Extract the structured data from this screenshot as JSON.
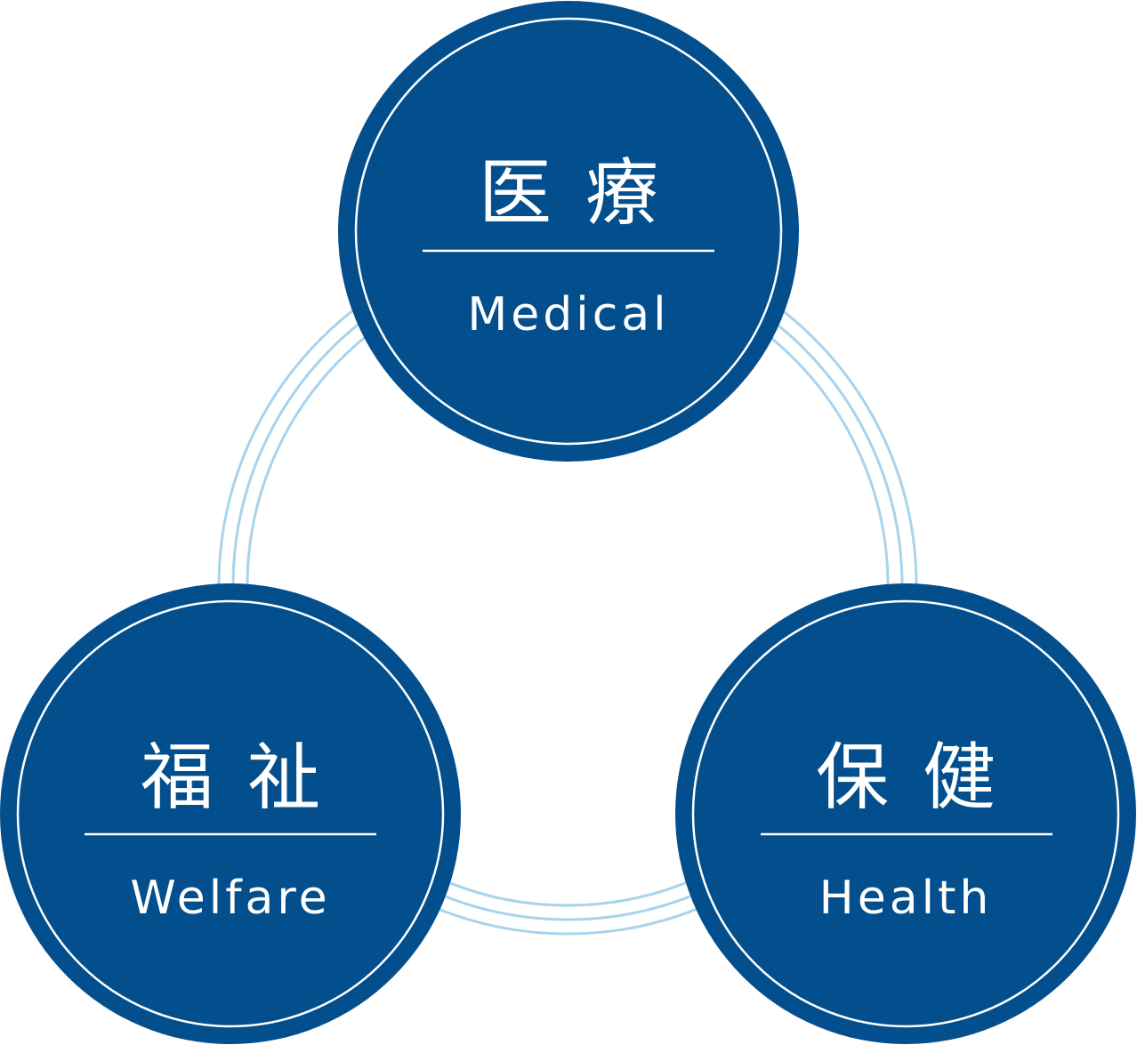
{
  "colors": {
    "node_fill": "#034f8e",
    "node_inner_ring": "#ffffff",
    "text": "#ffffff",
    "connector_ring": "#a9d3ec",
    "background": "#ffffff"
  },
  "nodes": {
    "medical": {
      "ja": "医療",
      "en": "Medical"
    },
    "welfare": {
      "ja": "福祉",
      "en": "Welfare"
    },
    "health": {
      "ja": "保健",
      "en": "Health"
    }
  }
}
